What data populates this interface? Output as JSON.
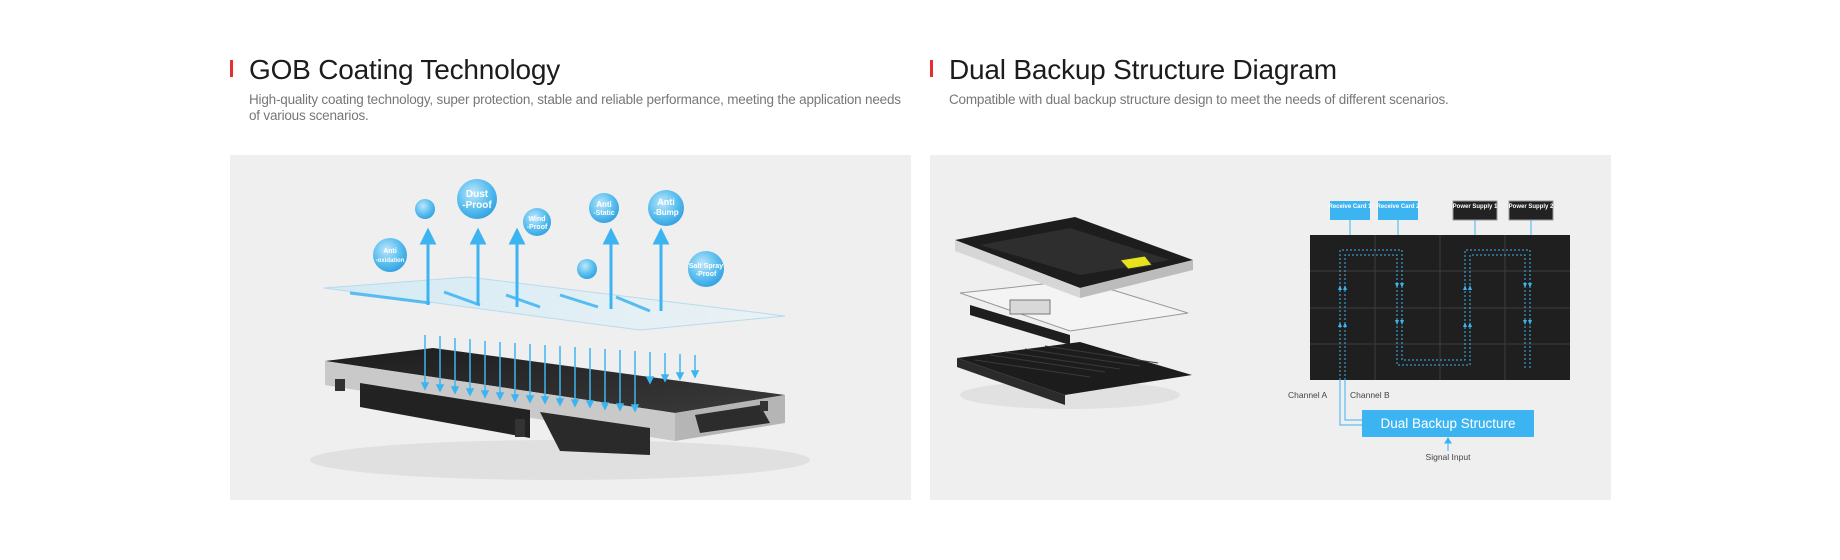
{
  "colors": {
    "accent_red": "#e52e2e",
    "diagram_blue": "#3db4f2",
    "panel_bg": "#efefef",
    "dark_screen": "#1f1f1f"
  },
  "gob": {
    "title": "GOB Coating Technology",
    "subtitle": "High-quality coating technology, super protection, stable and reliable performance, meeting the application needs of various scenarios.",
    "bubbles": [
      {
        "line1": "Anti",
        "line2": "-oxidation"
      },
      {
        "line1": "Dust",
        "line2": "-Proof"
      },
      {
        "line1": "Wind",
        "line2": "-Proof"
      },
      {
        "line1": "Anti",
        "line2": "-Static"
      },
      {
        "line1": "Anti",
        "line2": "-Bump"
      },
      {
        "line1": "Salt Spray",
        "line2": "-Proof"
      }
    ]
  },
  "dual": {
    "title": "Dual Backup Structure Diagram",
    "subtitle": "Compatible with dual backup structure design to meet the needs of different scenarios.",
    "receive_card_1": "Receive Card 1",
    "receive_card_2": "Receive Card 2",
    "power_supply_1": "Power Supply 1",
    "power_supply_2": "Power Supply 2",
    "channel_a": "Channel A",
    "channel_b": "Channel B",
    "structure_label": "Dual Backup Structure",
    "signal_input": "Signal Input"
  }
}
